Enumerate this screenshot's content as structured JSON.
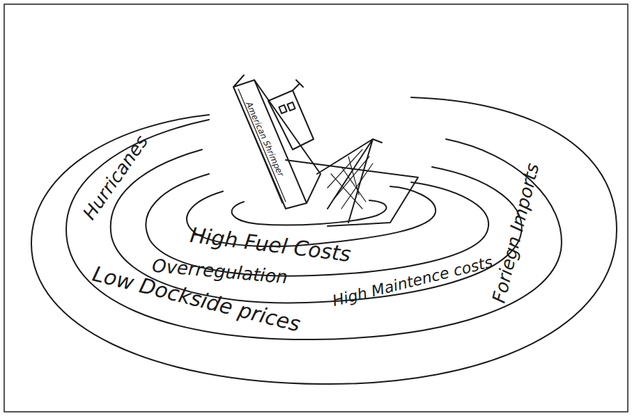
{
  "diagram": {
    "labels": [
      "American Shrimper",
      "Hurricanes",
      "High Fuel Costs",
      "Overregulation",
      "Low Dockside prices",
      "High Maintence costs",
      "Foriegn Imports"
    ]
  }
}
